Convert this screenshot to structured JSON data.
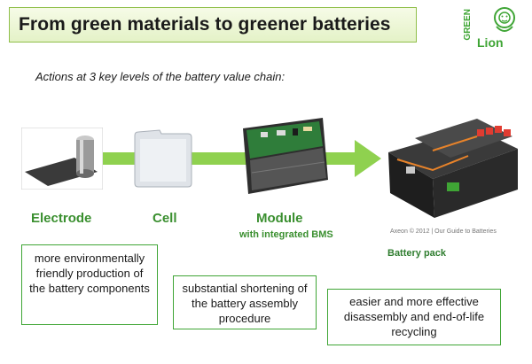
{
  "title": "From green materials to greener batteries",
  "logo": {
    "word_top": "GREEN",
    "word_bottom": "Lion"
  },
  "subtitle": "Actions at 3 key levels of the battery value chain:",
  "stages": [
    {
      "label": "Electrode",
      "sublabel": ""
    },
    {
      "label": "Cell",
      "sublabel": ""
    },
    {
      "label": "Module",
      "sublabel": "with integrated BMS"
    },
    {
      "label": "Battery pack",
      "sublabel": ""
    }
  ],
  "image_caption": "Axeon © 2012 | Our Guide to Batteries",
  "actions": [
    "more environmentally friendly production of the battery components",
    "substantial shortening of the battery assembly procedure",
    "easier and more effective disassembly and end-of-life recycling"
  ],
  "colors": {
    "accent_green": "#3fa535",
    "label_green": "#3a8f2f",
    "arrow_green": "#8fd14f",
    "title_bg": "#e4f2c7"
  }
}
